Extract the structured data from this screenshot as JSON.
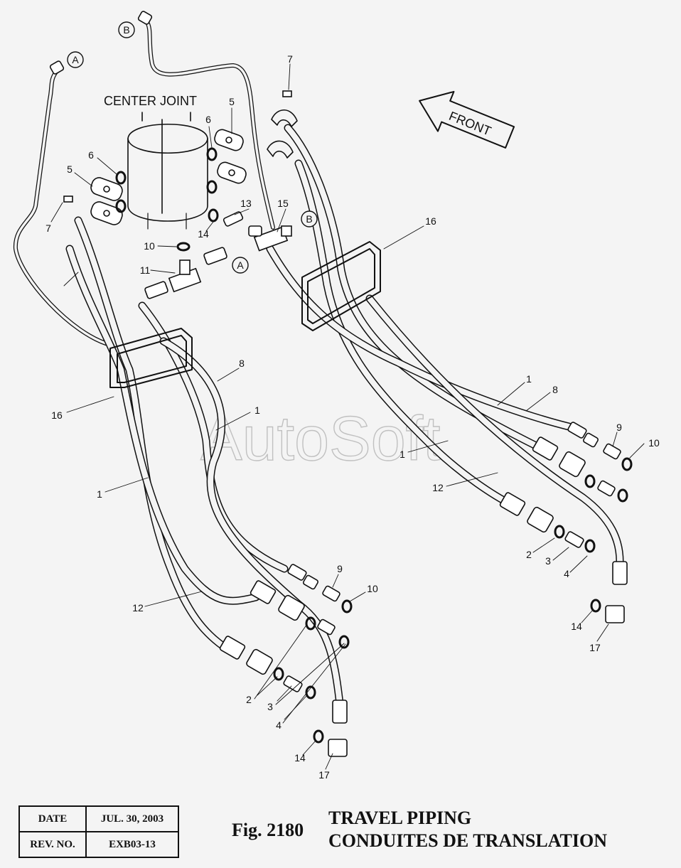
{
  "drawing": {
    "center_joint_label": "CENTER JOINT",
    "front_label": "FRONT",
    "watermark": "AutoSoft",
    "connection_markers": {
      "a": "A",
      "b": "B"
    }
  },
  "callouts": {
    "c1": "1",
    "c2": "1",
    "c3": "1",
    "c4": "1",
    "c5": "2",
    "c6": "2",
    "c7": "3",
    "c8": "3",
    "c9": "4",
    "c10": "4",
    "c11": "5",
    "c12": "5",
    "c13": "6",
    "c14": "6",
    "c15": "7",
    "c16": "7",
    "c17": "8",
    "c18": "8",
    "c19": "9",
    "c20": "9",
    "c21": "10",
    "c22": "10",
    "c23": "10",
    "c24": "11",
    "c25": "12",
    "c26": "12",
    "c27": "13",
    "c28": "14",
    "c29": "14",
    "c30": "14",
    "c31": "15",
    "c32": "16",
    "c33": "16",
    "c34": "17",
    "c35": "17"
  },
  "title_block": {
    "date_label": "DATE",
    "date_value": "JUL. 30, 2003",
    "rev_label": "REV. NO.",
    "rev_value": "EXB03-13"
  },
  "figure": {
    "number": "Fig. 2180",
    "title_en": "TRAVEL PIPING",
    "title_fr": "CONDUITES DE TRANSLATION"
  }
}
